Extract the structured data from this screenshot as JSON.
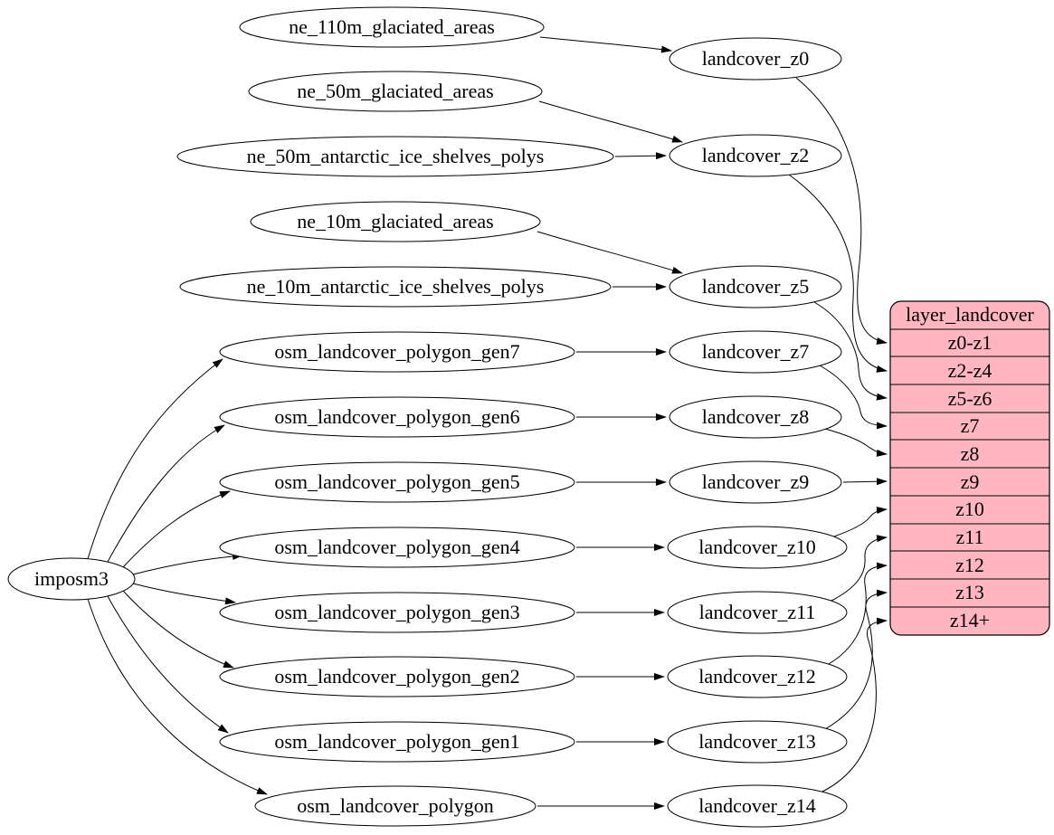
{
  "colors": {
    "background": "#ffffff",
    "node_fill": "#ffffff",
    "node_stroke": "#000000",
    "edge_color": "#000000",
    "table_fill": "#ffb6c1",
    "text_color": "#000000"
  },
  "nodes": {
    "imposm3": {
      "label": "imposm3"
    },
    "sources": [
      {
        "label": "ne_110m_glaciated_areas"
      },
      {
        "label": "ne_50m_glaciated_areas"
      },
      {
        "label": "ne_50m_antarctic_ice_shelves_polys"
      },
      {
        "label": "ne_10m_glaciated_areas"
      },
      {
        "label": "ne_10m_antarctic_ice_shelves_polys"
      },
      {
        "label": "osm_landcover_polygon_gen7"
      },
      {
        "label": "osm_landcover_polygon_gen6"
      },
      {
        "label": "osm_landcover_polygon_gen5"
      },
      {
        "label": "osm_landcover_polygon_gen4"
      },
      {
        "label": "osm_landcover_polygon_gen3"
      },
      {
        "label": "osm_landcover_polygon_gen2"
      },
      {
        "label": "osm_landcover_polygon_gen1"
      },
      {
        "label": "osm_landcover_polygon"
      }
    ],
    "intermediates": [
      {
        "label": "landcover_z0"
      },
      {
        "label": "landcover_z2"
      },
      {
        "label": "landcover_z5"
      },
      {
        "label": "landcover_z7"
      },
      {
        "label": "landcover_z8"
      },
      {
        "label": "landcover_z9"
      },
      {
        "label": "landcover_z10"
      },
      {
        "label": "landcover_z11"
      },
      {
        "label": "landcover_z12"
      },
      {
        "label": "landcover_z13"
      },
      {
        "label": "landcover_z14"
      }
    ]
  },
  "table": {
    "title": "layer_landcover",
    "rows": [
      "z0-z1",
      "z2-z4",
      "z5-z6",
      "z7",
      "z8",
      "z9",
      "z10",
      "z11",
      "z12",
      "z13",
      "z14+"
    ]
  },
  "edges": [
    {
      "from": "imposm3",
      "to": "osm_landcover_polygon_gen7"
    },
    {
      "from": "imposm3",
      "to": "osm_landcover_polygon_gen6"
    },
    {
      "from": "imposm3",
      "to": "osm_landcover_polygon_gen5"
    },
    {
      "from": "imposm3",
      "to": "osm_landcover_polygon_gen4"
    },
    {
      "from": "imposm3",
      "to": "osm_landcover_polygon_gen3"
    },
    {
      "from": "imposm3",
      "to": "osm_landcover_polygon_gen2"
    },
    {
      "from": "imposm3",
      "to": "osm_landcover_polygon_gen1"
    },
    {
      "from": "imposm3",
      "to": "osm_landcover_polygon"
    },
    {
      "from": "ne_110m_glaciated_areas",
      "to": "landcover_z0"
    },
    {
      "from": "ne_50m_glaciated_areas",
      "to": "landcover_z2"
    },
    {
      "from": "ne_50m_antarctic_ice_shelves_polys",
      "to": "landcover_z2"
    },
    {
      "from": "ne_10m_glaciated_areas",
      "to": "landcover_z5"
    },
    {
      "from": "ne_10m_antarctic_ice_shelves_polys",
      "to": "landcover_z5"
    },
    {
      "from": "osm_landcover_polygon_gen7",
      "to": "landcover_z7"
    },
    {
      "from": "osm_landcover_polygon_gen6",
      "to": "landcover_z8"
    },
    {
      "from": "osm_landcover_polygon_gen5",
      "to": "landcover_z9"
    },
    {
      "from": "osm_landcover_polygon_gen4",
      "to": "landcover_z10"
    },
    {
      "from": "osm_landcover_polygon_gen3",
      "to": "landcover_z11"
    },
    {
      "from": "osm_landcover_polygon_gen2",
      "to": "landcover_z12"
    },
    {
      "from": "osm_landcover_polygon_gen1",
      "to": "landcover_z13"
    },
    {
      "from": "osm_landcover_polygon",
      "to": "landcover_z14"
    },
    {
      "from": "landcover_z0",
      "to": "layer_landcover.z0-z1"
    },
    {
      "from": "landcover_z2",
      "to": "layer_landcover.z2-z4"
    },
    {
      "from": "landcover_z5",
      "to": "layer_landcover.z5-z6"
    },
    {
      "from": "landcover_z7",
      "to": "layer_landcover.z7"
    },
    {
      "from": "landcover_z8",
      "to": "layer_landcover.z8"
    },
    {
      "from": "landcover_z9",
      "to": "layer_landcover.z9"
    },
    {
      "from": "landcover_z10",
      "to": "layer_landcover.z10"
    },
    {
      "from": "landcover_z11",
      "to": "layer_landcover.z11"
    },
    {
      "from": "landcover_z12",
      "to": "layer_landcover.z12"
    },
    {
      "from": "landcover_z13",
      "to": "layer_landcover.z13"
    },
    {
      "from": "landcover_z14",
      "to": "layer_landcover.z14+"
    }
  ]
}
